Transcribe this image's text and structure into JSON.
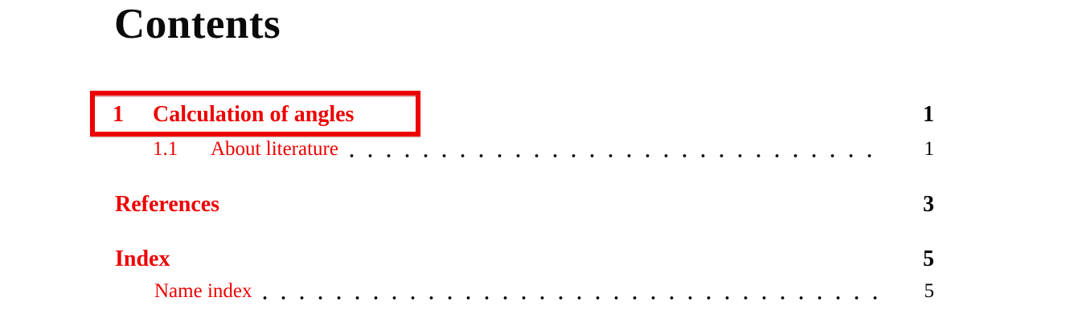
{
  "page": {
    "title": "Contents",
    "colors": {
      "link_red": "#ee0000",
      "highlight_border": "#ec0000",
      "text_black": "#000000",
      "background": "#ffffff"
    },
    "toc": [
      {
        "level": "section",
        "number": "1",
        "label": "Calculation of angles",
        "page": "1",
        "leaders": false,
        "highlighted": true
      },
      {
        "level": "subsection",
        "number": "1.1",
        "label": "About literature",
        "page": "1",
        "leaders": true,
        "highlighted": false
      },
      {
        "level": "chapter",
        "number": "",
        "label": "References",
        "page": "3",
        "leaders": false,
        "highlighted": false
      },
      {
        "level": "chapter",
        "number": "",
        "label": "Index",
        "page": "5",
        "leaders": false,
        "highlighted": false
      },
      {
        "level": "subsection",
        "number": "",
        "label": "Name index",
        "page": "5",
        "leaders": true,
        "highlighted": false
      }
    ]
  }
}
